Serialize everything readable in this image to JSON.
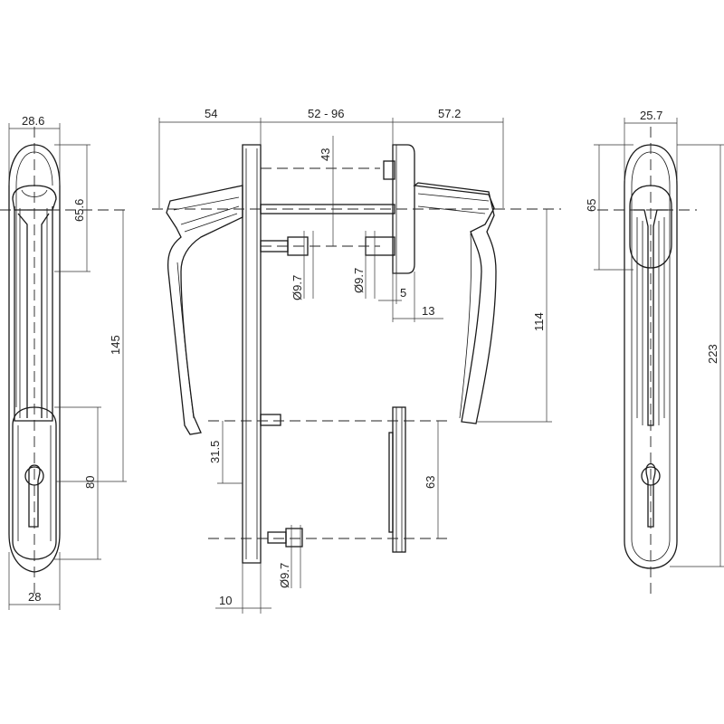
{
  "drawing": {
    "colors": {
      "line": "#1a1a1a",
      "background": "#ffffff"
    },
    "dimensions": {
      "left_top_width": "28.6",
      "left_rosette_height": "65.6",
      "left_spindle_to_cylinder": "145",
      "left_cylinder_height": "80",
      "left_bottom_width": "28",
      "lever_projection_inner": "54",
      "door_thickness": "52 - 96",
      "lever_projection_outer": "57.2",
      "spindle_offset": "43",
      "screw_diameter_inner": "Ø9.7",
      "screw_diameter_outer": "Ø9.7",
      "rosette_thickness": "5",
      "rosette_depth": "13",
      "lever_drop": "114",
      "cylinder_offset": "31.5",
      "cylinder_plate_height": "63",
      "screw_diameter_bottom": "Ø9.7",
      "plate_thickness": "10",
      "right_top_width": "25.7",
      "right_rosette_height": "65",
      "right_total_height": "223"
    }
  }
}
